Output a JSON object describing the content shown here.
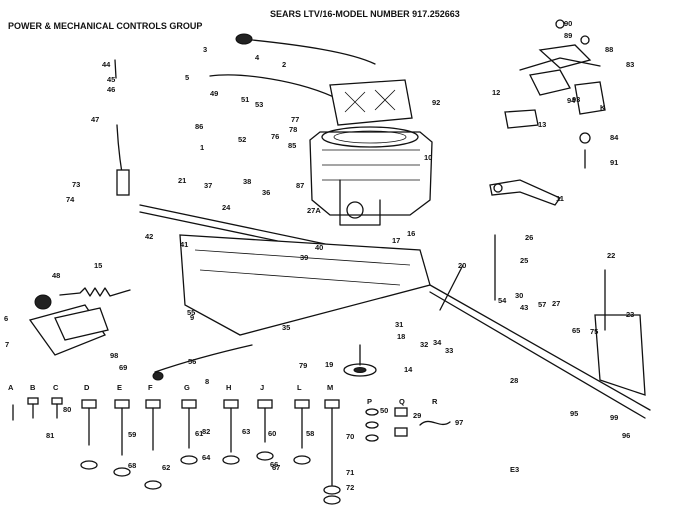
{
  "header": {
    "model": "SEARS LTV/16-MODEL NUMBER 917.252663",
    "group": "POWER & MECHANICAL CONTROLS GROUP"
  },
  "corner_mark": "E3",
  "callouts": [
    "1",
    "2",
    "3",
    "4",
    "5",
    "6",
    "7",
    "8",
    "9",
    "10",
    "11",
    "12",
    "13",
    "14",
    "15",
    "16",
    "17",
    "18",
    "19",
    "20",
    "21",
    "22",
    "23",
    "24",
    "25",
    "26",
    "27",
    "27A",
    "28",
    "29",
    "30",
    "31",
    "32",
    "33",
    "34",
    "35",
    "36",
    "37",
    "38",
    "39",
    "40",
    "41",
    "42",
    "43",
    "44",
    "45",
    "46",
    "47",
    "48",
    "49",
    "50",
    "51",
    "52",
    "53",
    "54",
    "55",
    "56",
    "57",
    "58",
    "59",
    "60",
    "61",
    "62",
    "63",
    "64",
    "65",
    "66",
    "67",
    "68",
    "69",
    "70",
    "71",
    "72",
    "73",
    "74",
    "75",
    "76",
    "77",
    "78",
    "79",
    "80",
    "81",
    "82",
    "83",
    "84",
    "85",
    "86",
    "87",
    "88",
    "89",
    "90",
    "91",
    "92",
    "93",
    "94",
    "95",
    "96",
    "97",
    "98",
    "99"
  ],
  "hardware_letters": [
    "A",
    "B",
    "C",
    "D",
    "E",
    "F",
    "G",
    "H",
    "J",
    "L",
    "M",
    "P",
    "Q",
    "R",
    "K"
  ]
}
